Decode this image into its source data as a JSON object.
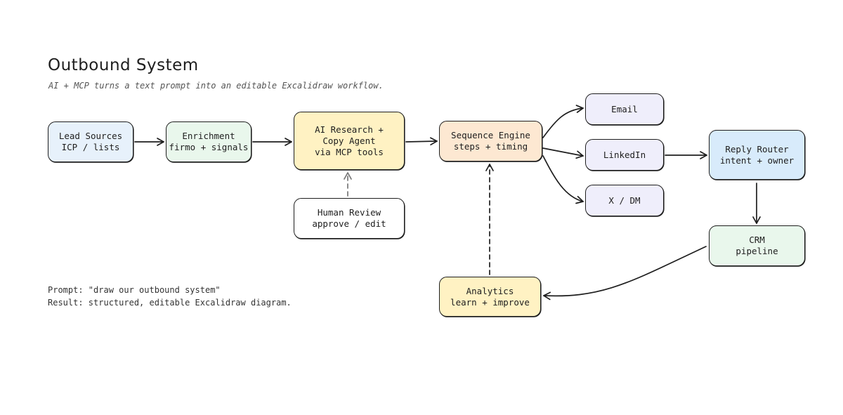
{
  "header": {
    "title": "Outbound System",
    "subtitle": "AI + MCP turns a text prompt into an editable Excalidraw workflow."
  },
  "notes": {
    "prompt": "Prompt: \"draw our outbound system\"",
    "result": "Result: structured, editable Excalidraw diagram."
  },
  "nodes": {
    "lead_sources": {
      "line1": "Lead Sources",
      "line2": "ICP / lists"
    },
    "enrichment": {
      "line1": "Enrichment",
      "line2": "firmo + signals"
    },
    "ai_agent": {
      "line1": "AI Research +",
      "line2": "Copy Agent",
      "line3": "via MCP tools"
    },
    "sequence_engine": {
      "line1": "Sequence Engine",
      "line2": "steps + timing"
    },
    "email": {
      "line1": "Email"
    },
    "linkedin": {
      "line1": "LinkedIn"
    },
    "x_dm": {
      "line1": "X / DM"
    },
    "reply_router": {
      "line1": "Reply Router",
      "line2": "intent + owner"
    },
    "crm": {
      "line1": "CRM",
      "line2": "pipeline"
    },
    "human_review": {
      "line1": "Human Review",
      "line2": "approve / edit"
    },
    "analytics": {
      "line1": "Analytics",
      "line2": "learn + improve"
    }
  },
  "colors": {
    "stroke": "#1e1e1e",
    "blue_fill": "#e7f1fb",
    "green_fill": "#e9f7ec",
    "yellow_fill": "#fff2c3",
    "orange_fill": "#fde8d2",
    "purple_fill": "#efeefb",
    "router_fill": "#d8ebfb"
  }
}
